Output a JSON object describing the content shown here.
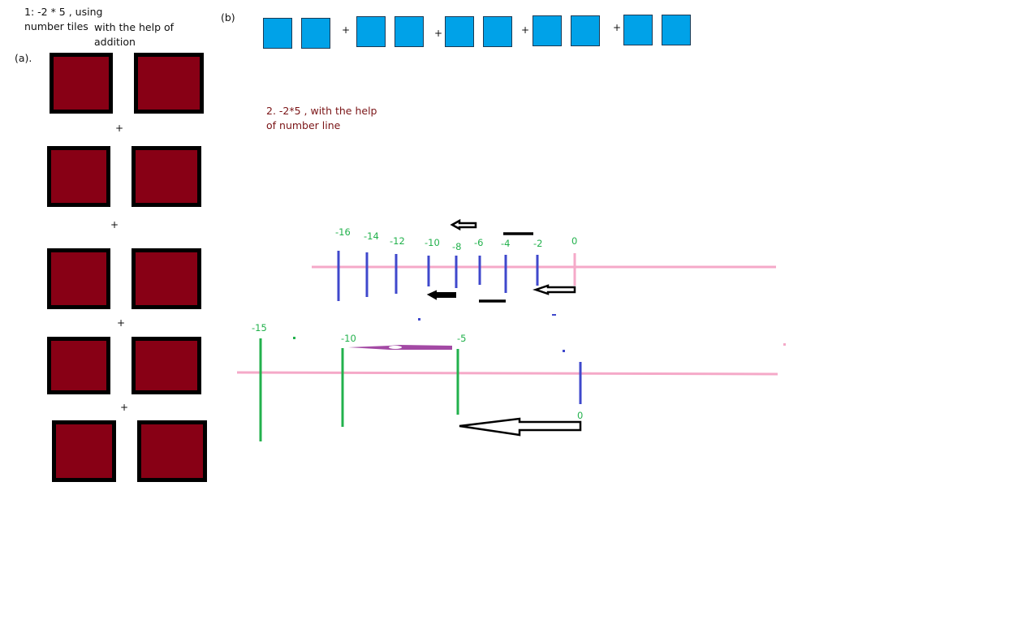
{
  "part1": {
    "title_line1": "1: -2 * 5 , using",
    "title_line2": "number tiles",
    "subtitle_line1": "with the help of",
    "subtitle_line2": "addition",
    "label_a": "(a).",
    "label_b": "(b)",
    "plus": "+",
    "tile_colors": {
      "negative": "#880015",
      "positive": "#00a2e8"
    }
  },
  "part2": {
    "title_line1": "2. -2*5 , with the help",
    "title_line2": "of number line",
    "line1_labels": [
      "-16",
      "-14",
      "-12",
      "-10",
      "-8",
      "-6",
      "-4",
      "-2",
      "0"
    ],
    "line2_labels": [
      "-15",
      "-10",
      "-5",
      "0"
    ]
  }
}
